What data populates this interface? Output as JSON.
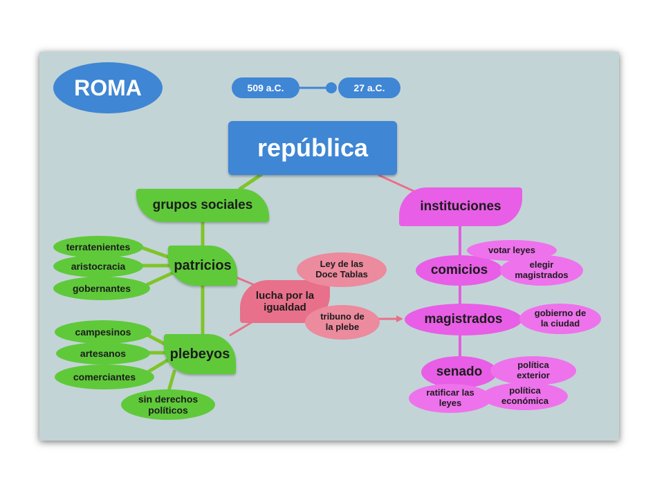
{
  "diagram": {
    "title": "ROMA",
    "timeline": {
      "start": "509 a.C.",
      "end": "27 a.C."
    },
    "center": "república",
    "left_branch": {
      "label": "grupos sociales",
      "patricios": {
        "label": "patricios",
        "items": [
          "terratenientes",
          "aristocracia",
          "gobernantes"
        ]
      },
      "plebeyos": {
        "label": "plebeyos",
        "items": [
          "campesinos",
          "artesanos",
          "comerciantes",
          "sin derechos\npolíticos"
        ]
      }
    },
    "struggle": {
      "label": "lucha por la\nigualdad",
      "results": [
        "Ley de las\nDoce Tablas",
        "tribuno de\nla plebe"
      ]
    },
    "right_branch": {
      "label": "instituciones",
      "comicios": {
        "label": "comicios",
        "items": [
          "votar leyes",
          "elegir\nmagistrados"
        ]
      },
      "magistrados": {
        "label": "magistrados",
        "items": [
          "gobierno de\nla ciudad"
        ]
      },
      "senado": {
        "label": "senado",
        "items": [
          "política\nexterior",
          "ratificar las\nleyes",
          "política\neconómica"
        ]
      }
    },
    "colors": {
      "background": "#c3d4d6",
      "blue": "#3f86d4",
      "green": "#5fc93a",
      "pink": "#e8708a",
      "magenta": "#e85ee6"
    }
  }
}
